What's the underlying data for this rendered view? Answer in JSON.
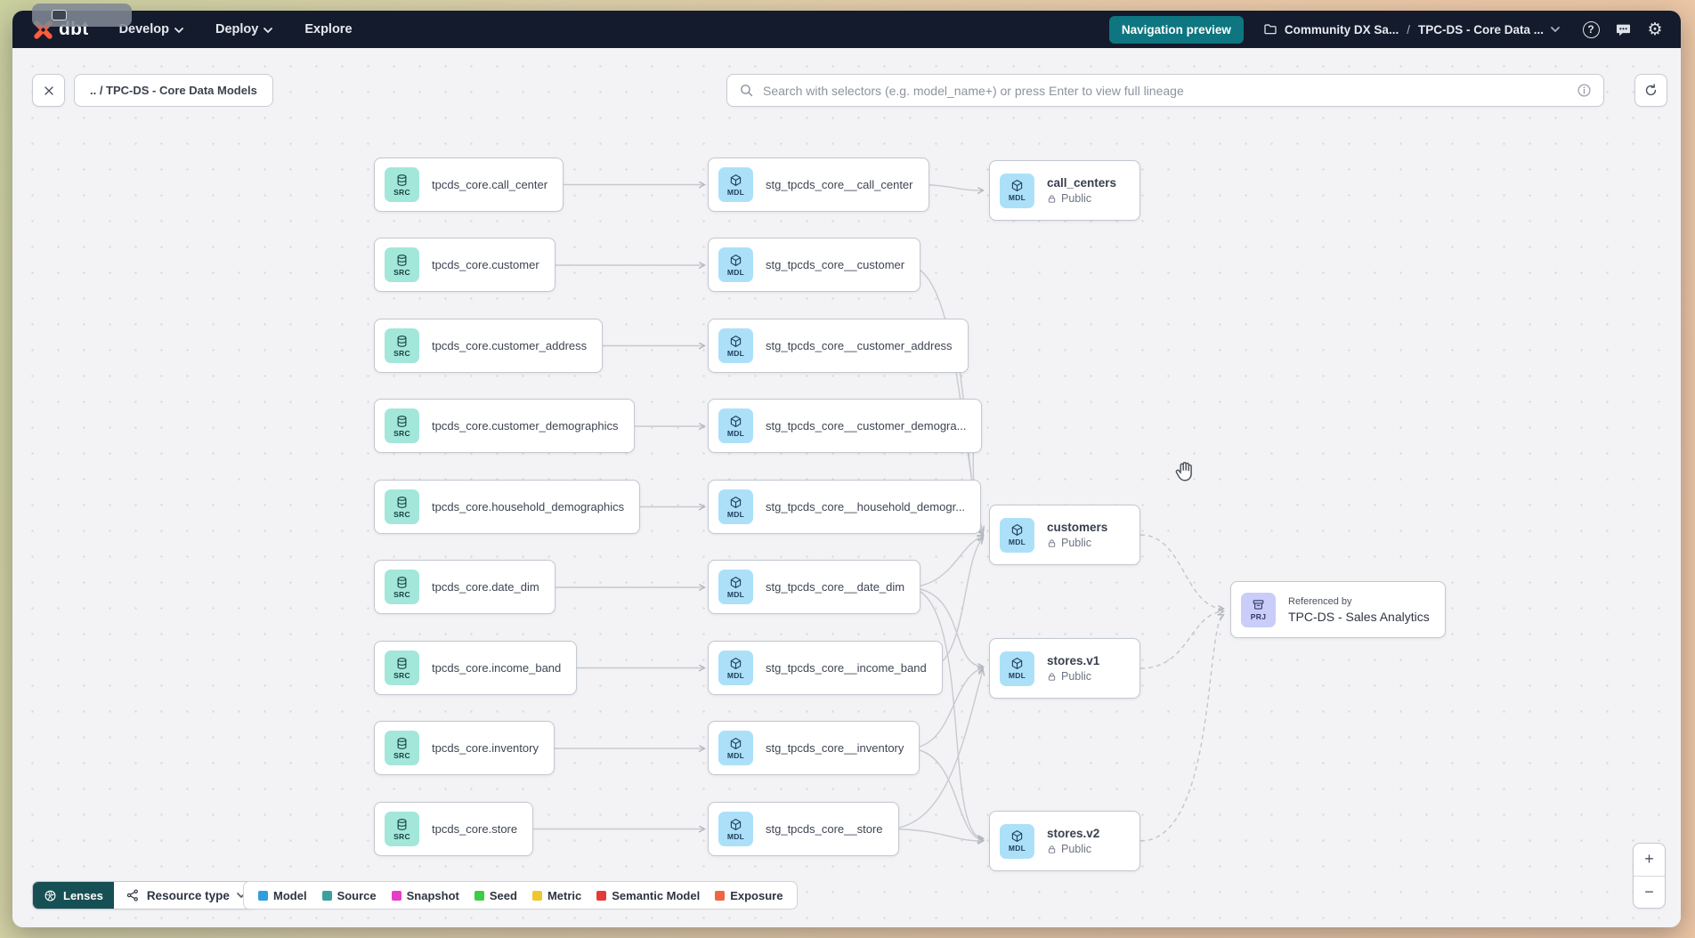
{
  "nav": {
    "brand": "dbt",
    "menus": [
      {
        "label": "Develop"
      },
      {
        "label": "Deploy"
      },
      {
        "label": "Explore"
      }
    ],
    "preview_button": "Navigation preview",
    "project": "Community DX Sa...",
    "separator": "/",
    "page": "TPC-DS - Core Data ...",
    "help_label": "?",
    "settings_glyph": "⚙"
  },
  "toolbar": {
    "lineage_breadcrumb": ".. / TPC-DS - Core Data Models",
    "search_placeholder": "Search with selectors (e.g. model_name+) or press Enter to view full lineage"
  },
  "graph": {
    "sources": [
      {
        "badge": "SRC",
        "label": "tpcds_core.call_center"
      },
      {
        "badge": "SRC",
        "label": "tpcds_core.customer"
      },
      {
        "badge": "SRC",
        "label": "tpcds_core.customer_address"
      },
      {
        "badge": "SRC",
        "label": "tpcds_core.customer_demographics"
      },
      {
        "badge": "SRC",
        "label": "tpcds_core.household_demographics"
      },
      {
        "badge": "SRC",
        "label": "tpcds_core.date_dim"
      },
      {
        "badge": "SRC",
        "label": "tpcds_core.income_band"
      },
      {
        "badge": "SRC",
        "label": "tpcds_core.inventory"
      },
      {
        "badge": "SRC",
        "label": "tpcds_core.store"
      }
    ],
    "staging": [
      {
        "badge": "MDL",
        "label": "stg_tpcds_core__call_center"
      },
      {
        "badge": "MDL",
        "label": "stg_tpcds_core__customer"
      },
      {
        "badge": "MDL",
        "label": "stg_tpcds_core__customer_address"
      },
      {
        "badge": "MDL",
        "label": "stg_tpcds_core__customer_demogra..."
      },
      {
        "badge": "MDL",
        "label": "stg_tpcds_core__household_demogr..."
      },
      {
        "badge": "MDL",
        "label": "stg_tpcds_core__date_dim"
      },
      {
        "badge": "MDL",
        "label": "stg_tpcds_core__income_band"
      },
      {
        "badge": "MDL",
        "label": "stg_tpcds_core__inventory"
      },
      {
        "badge": "MDL",
        "label": "stg_tpcds_core__store"
      }
    ],
    "marts": [
      {
        "badge": "MDL",
        "label": "call_centers",
        "access": "Public"
      },
      {
        "badge": "MDL",
        "label": "customers",
        "access": "Public"
      },
      {
        "badge": "MDL",
        "label": "stores.v1",
        "access": "Public"
      },
      {
        "badge": "MDL",
        "label": "stores.v2",
        "access": "Public"
      }
    ],
    "project_ref": {
      "badge": "PRJ",
      "kicker": "Referenced by",
      "label": "TPC-DS - Sales Analytics"
    }
  },
  "footer": {
    "lenses_label": "Lenses",
    "resource_type_label": "Resource type",
    "legend": [
      {
        "label": "Model",
        "color": "#2f9fe0"
      },
      {
        "label": "Source",
        "color": "#3f9e9e"
      },
      {
        "label": "Snapshot",
        "color": "#e83dc7"
      },
      {
        "label": "Seed",
        "color": "#3ecb45"
      },
      {
        "label": "Metric",
        "color": "#edc730"
      },
      {
        "label": "Semantic Model",
        "color": "#e33b3b"
      },
      {
        "label": "Exposure",
        "color": "#ef6742"
      }
    ]
  },
  "zoom_controls": {
    "zoom_in": "+",
    "zoom_out": "−"
  },
  "colors": {
    "accent_teal": "#0e7680",
    "navbar_bg": "#131b2c",
    "logo_orange": "#ff5c3c",
    "src_badge_bg": "#a3e7da",
    "mdl_badge_bg": "#ace0f9",
    "prj_badge_bg": "#c9cdf8"
  }
}
